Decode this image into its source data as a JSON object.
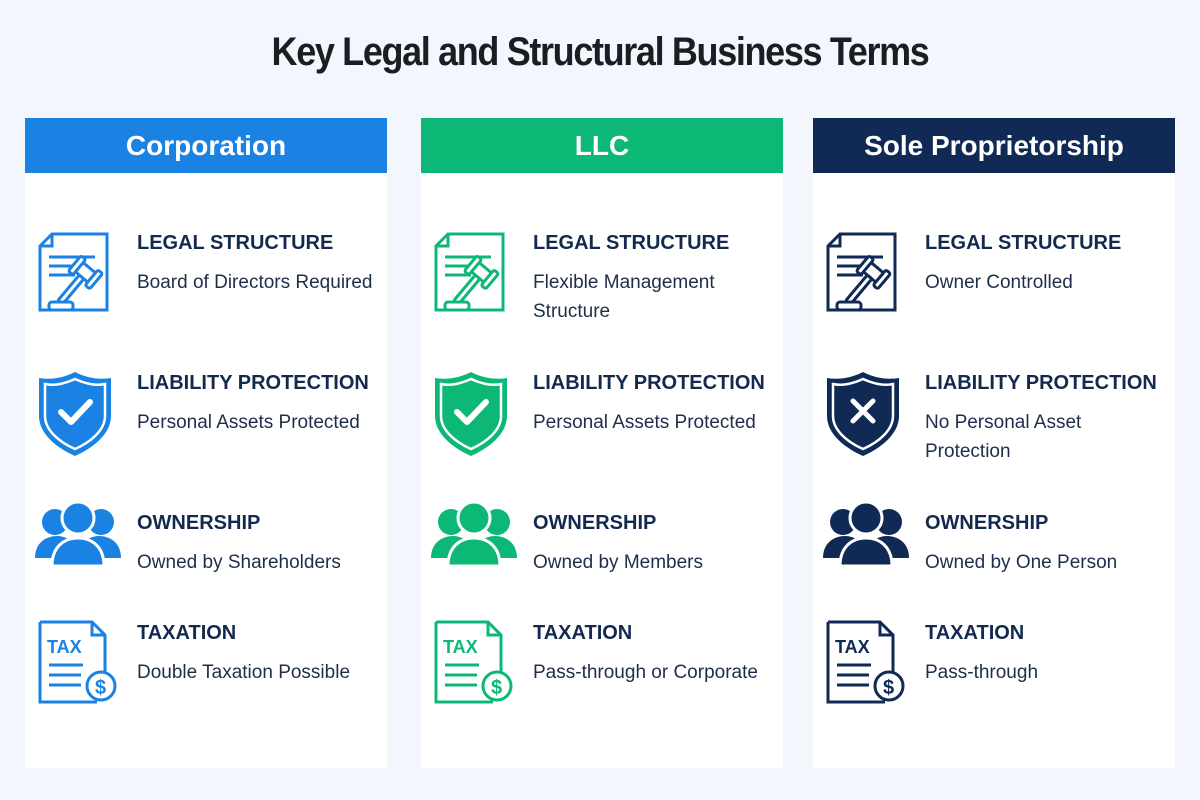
{
  "title": "Key Legal and Structural Business Terms",
  "colors": {
    "corporation": "#1a82e2",
    "llc": "#0db877",
    "sole": "#102a55",
    "text": "#132a4e",
    "background": "#f3f6fd"
  },
  "cards": [
    {
      "name": "Corporation",
      "color": "#1a82e2",
      "items": [
        {
          "icon": "legal-document-gavel-icon",
          "label": "LEGAL STRUCTURE",
          "desc": "Board of Directors Required"
        },
        {
          "icon": "shield-check-icon",
          "label": "LIABILITY PROTECTION",
          "desc": "Personal Assets Protected"
        },
        {
          "icon": "people-group-icon",
          "label": "OWNERSHIP",
          "desc": "Owned by Shareholders"
        },
        {
          "icon": "tax-document-icon",
          "label": "TAXATION",
          "desc": "Double Taxation Possible"
        }
      ]
    },
    {
      "name": "LLC",
      "color": "#0db877",
      "items": [
        {
          "icon": "legal-document-gavel-icon",
          "label": "LEGAL STRUCTURE",
          "desc": "Flexible Management Structure"
        },
        {
          "icon": "shield-check-icon",
          "label": "LIABILITY PROTECTION",
          "desc": "Personal Assets Protected"
        },
        {
          "icon": "people-group-icon",
          "label": "OWNERSHIP",
          "desc": "Owned by Members"
        },
        {
          "icon": "tax-document-icon",
          "label": "TAXATION",
          "desc": "Pass-through or Corporate"
        }
      ]
    },
    {
      "name": "Sole Proprietorship",
      "color": "#102a55",
      "items": [
        {
          "icon": "legal-document-gavel-icon",
          "label": "LEGAL STRUCTURE",
          "desc": "Owner Controlled"
        },
        {
          "icon": "shield-x-icon",
          "label": "LIABILITY PROTECTION",
          "desc": "No Personal Asset Protection"
        },
        {
          "icon": "people-group-icon",
          "label": "OWNERSHIP",
          "desc": "Owned by One Person"
        },
        {
          "icon": "tax-document-icon",
          "label": "TAXATION",
          "desc": "Pass-through"
        }
      ]
    }
  ]
}
